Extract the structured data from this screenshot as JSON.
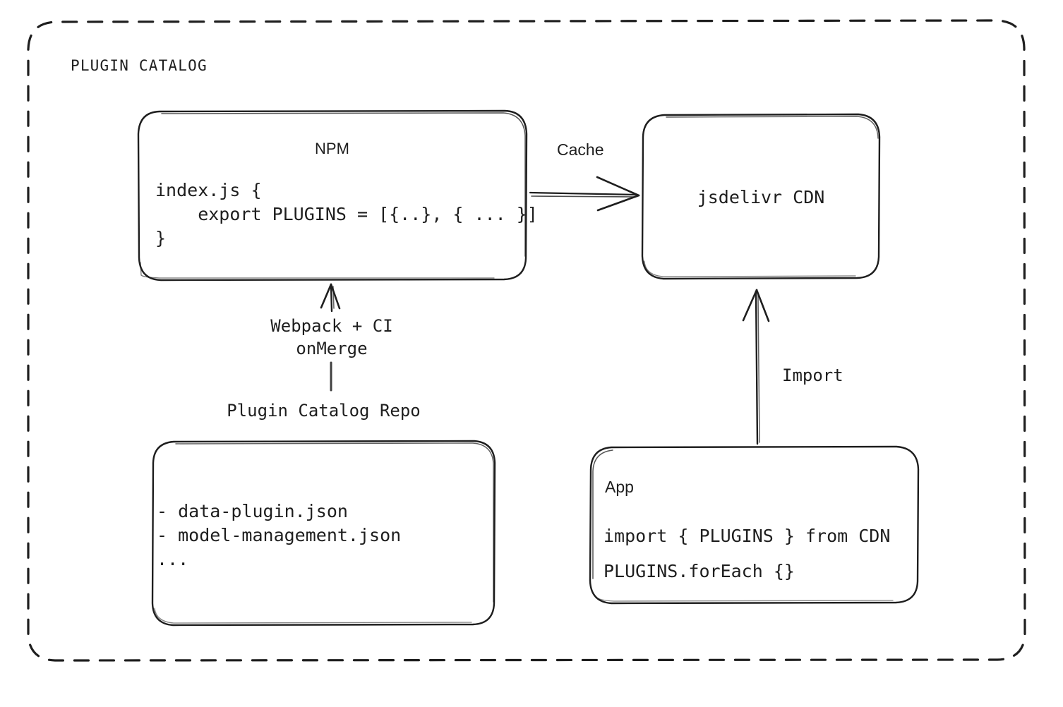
{
  "diagram": {
    "title": "PLUGIN CATALOG",
    "accent_color": "#1e1e1e",
    "background_color": "#ffffff"
  },
  "nodes": {
    "npm": {
      "title": "NPM",
      "code": "index.js {\n    export PLUGINS = [{..}, { ... }]\n}"
    },
    "cdn": {
      "title": "jsdelivr CDN"
    },
    "repo": {
      "caption": "Plugin Catalog Repo",
      "items": "- data-plugin.json\n- model-management.json\n..."
    },
    "app": {
      "title": "App",
      "line1": "import { PLUGINS } from CDN",
      "line2": "PLUGINS.forEach {}"
    }
  },
  "edges": {
    "cache": {
      "label": "Cache"
    },
    "import": {
      "label": "Import"
    },
    "build": {
      "label": "Webpack + CI\nonMerge"
    }
  }
}
